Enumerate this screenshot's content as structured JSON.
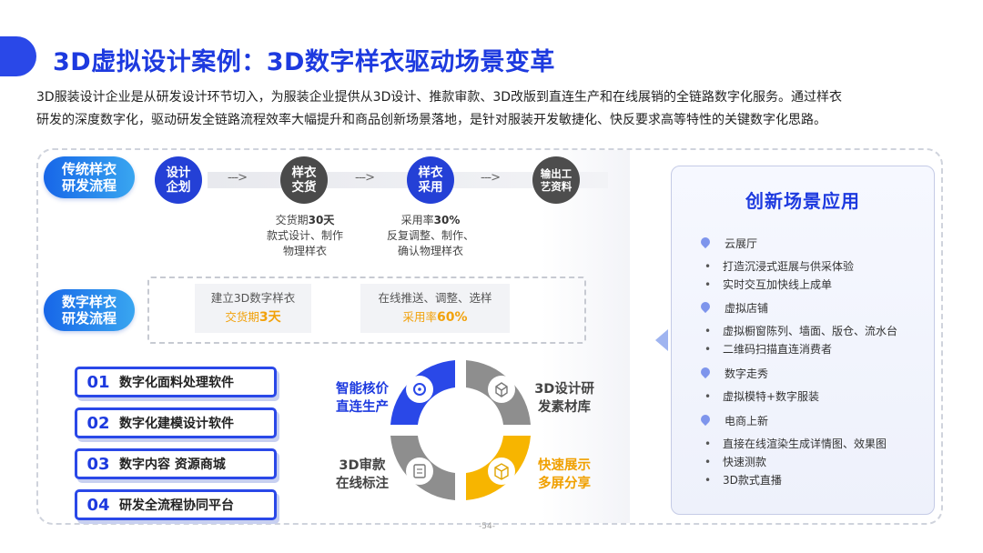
{
  "header": {
    "title": "3D虚拟设计案例：3D数字样衣驱动场景变革",
    "intro_line1": "3D服装设计企业是从研发设计环节切入，为服装企业提供从3D设计、推款审款、3D改版到直连生产和在线展销的全链路数字化服务。通过样衣",
    "intro_line2": "研发的深度数字化，驱动研发全链路流程效率大幅提升和商品创新场景落地，是针对服装开发敏捷化、快反要求高等特性的关键数字化思路。"
  },
  "traditional": {
    "label_line1": "传统样衣",
    "label_line2": "研发流程",
    "steps": [
      {
        "line1": "设计",
        "line2": "企划"
      },
      {
        "line1": "样衣",
        "line2": "交货"
      },
      {
        "line1": "样衣",
        "line2": "采用"
      },
      {
        "line1": "输出工",
        "line2": "艺资料"
      }
    ],
    "arrow": "--->",
    "note1": {
      "prefix": "交货期",
      "value": "30天",
      "line2": "款式设计、制作",
      "line3": "物理样衣"
    },
    "note2": {
      "prefix": "采用率",
      "value": "30%",
      "line2": "反复调整、制作、",
      "line3": "确认物理样衣"
    }
  },
  "digital": {
    "label_line1": "数字样衣",
    "label_line2": "研发流程",
    "tile1": {
      "title": "建立3D数字样衣",
      "hl_prefix": "交货期",
      "hl_value": "3天"
    },
    "tile2": {
      "title": "在线推送、调整、选样",
      "hl_prefix": "采用率",
      "hl_value": "60%"
    }
  },
  "software": [
    {
      "num": "01",
      "text": "数字化面料处理软件"
    },
    {
      "num": "02",
      "text": "数字化建模设计软件"
    },
    {
      "num": "03",
      "text": "数字内容  资源商城"
    },
    {
      "num": "04",
      "text": "研发全流程协同平台"
    }
  ],
  "ring": {
    "labels": [
      {
        "line1": "智能核价",
        "line2": "直连生产"
      },
      {
        "line1": "3D设计研",
        "line2": "发素材库"
      },
      {
        "line1": "3D审款",
        "line2": "在线标注"
      },
      {
        "line1": "快速展示",
        "line2": "多屏分享"
      }
    ],
    "colors": {
      "blue": "#2a48e8",
      "gray": "#8e8e8e",
      "yellow": "#f7b500"
    }
  },
  "innovation": {
    "title": "创新场景应用",
    "categories": [
      {
        "name": "云展厅",
        "items": [
          "打造沉浸式逛展与供采体验",
          "实时交互加快线上成单"
        ]
      },
      {
        "name": "虚拟店铺",
        "items": [
          "虚拟橱窗陈列、墙面、版仓、流水台",
          "二维码扫描直连消费者"
        ]
      },
      {
        "name": "数字走秀",
        "items": [
          "虚拟模特+数字服装"
        ]
      },
      {
        "name": "电商上新",
        "items": [
          "直接在线渲染生成详情图、效果图",
          "快速测款",
          "3D款式直播"
        ]
      }
    ],
    "bullet": "•"
  },
  "footer": {
    "page": "-54-"
  }
}
